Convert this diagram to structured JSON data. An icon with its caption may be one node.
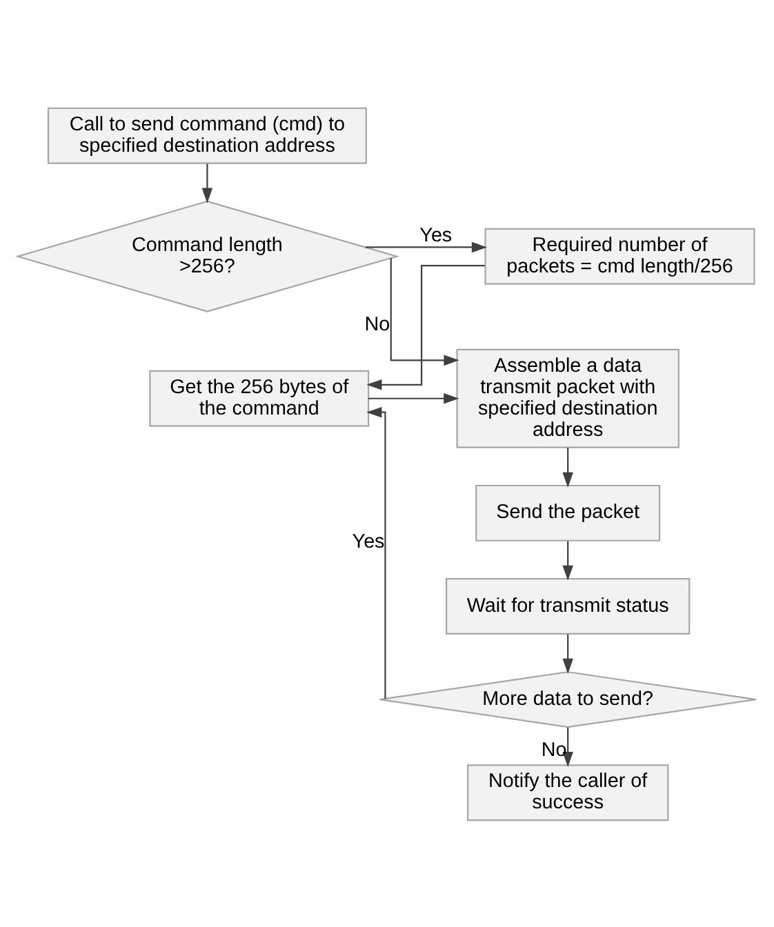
{
  "diagram": {
    "nodes": [
      {
        "text": [
          "Call to send command (cmd) to specified destination address"
        ]
      },
      {
        "text": [
          "Command length >256?"
        ]
      },
      {
        "text": [
          "Required number of packets = cmd length/256"
        ]
      },
      {
        "text": [
          "Get the 256 bytes of the command"
        ]
      },
      {
        "text": [
          "Assemble a data transmit packet with specified destination address"
        ]
      },
      {
        "text": [
          "Send the packet"
        ]
      },
      {
        "text": [
          "Wait for transmit status"
        ]
      },
      {
        "text": [
          "More data to send?"
        ]
      },
      {
        "text": [
          "Notify the caller of success"
        ]
      }
    ],
    "edges": [
      {
        "from": 0,
        "to": 1,
        "arrow": "to"
      },
      {
        "from": 1,
        "to": 2,
        "arrow": "to",
        "label": "Yes"
      },
      {
        "from": 1,
        "to": 4,
        "arrow": "to",
        "label": "No"
      },
      {
        "from": 2,
        "to": 3,
        "arrow": "to"
      },
      {
        "from": 3,
        "to": 4,
        "arrow": "to"
      },
      {
        "from": 4,
        "to": 5,
        "arrow": "to"
      },
      {
        "from": 5,
        "to": 6,
        "arrow": "to"
      },
      {
        "from": 6,
        "to": 7,
        "arrow": "to"
      },
      {
        "from": 7,
        "to": 3,
        "arrow": "to",
        "label": "Yes"
      },
      {
        "from": 7,
        "to": 8,
        "arrow": "to",
        "label": "No"
      }
    ]
  }
}
